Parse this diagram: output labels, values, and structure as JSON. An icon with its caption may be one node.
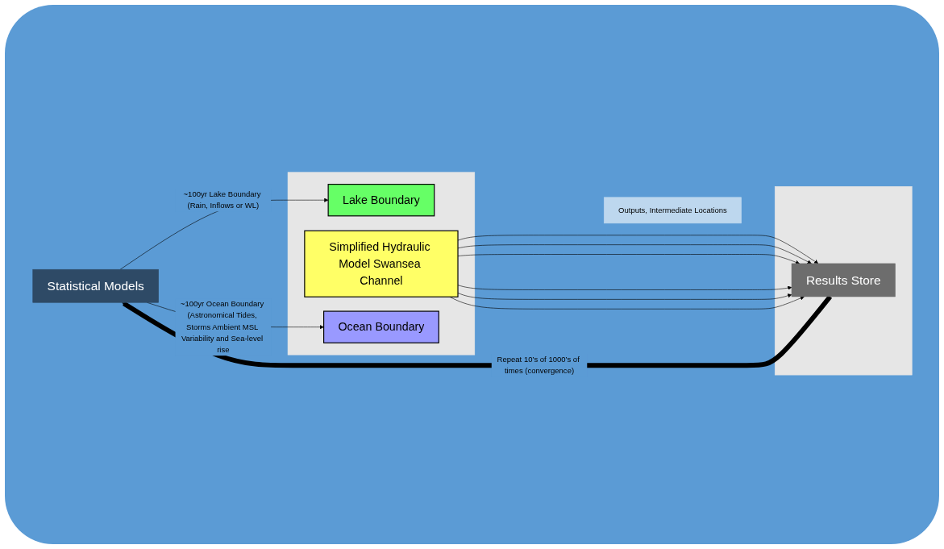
{
  "diagram": {
    "nodes": [
      {
        "text": [
          "Statistical Models"
        ]
      },
      {
        "text": [],
        "shape": "box"
      },
      {
        "text": [
          "Lake Boundary"
        ],
        "in": 1
      },
      {
        "text": [
          "Simplified Hydraulic Model Swansea Channel"
        ],
        "in": 1
      },
      {
        "text": [
          "Ocean Boundary"
        ],
        "in": 1
      },
      {
        "text": [
          "Outputs, Intermediate Locations"
        ]
      },
      {
        "text": [],
        "shape": "box"
      },
      {
        "text": [
          "Results Store"
        ],
        "in": 6
      }
    ],
    "edges": [
      {
        "from": 7,
        "to": 0,
        "arrow": "to",
        "style": "thick",
        "label": "Repeat 10’s of 1000’s of times (convergence)"
      },
      {
        "from": 0,
        "to": 2,
        "arrow": "to",
        "label": "~100yr Lake Boundary (Rain, Inflows or WL)"
      },
      {
        "from": 0,
        "to": 4,
        "arrow": "to",
        "label": "~100yr Ocean Boundary (Astronomical Tides, Storms Ambient MSL Variability and Sea-level rise"
      },
      {
        "from": 3,
        "to": 7,
        "arrow": "to"
      },
      {
        "from": 3,
        "to": 7,
        "arrow": "to"
      },
      {
        "from": 3,
        "to": 7,
        "arrow": "to"
      },
      {
        "from": 3,
        "to": 7,
        "arrow": "to"
      },
      {
        "from": 3,
        "to": 7,
        "arrow": "to"
      },
      {
        "from": 3,
        "to": 7,
        "arrow": "to"
      }
    ]
  }
}
